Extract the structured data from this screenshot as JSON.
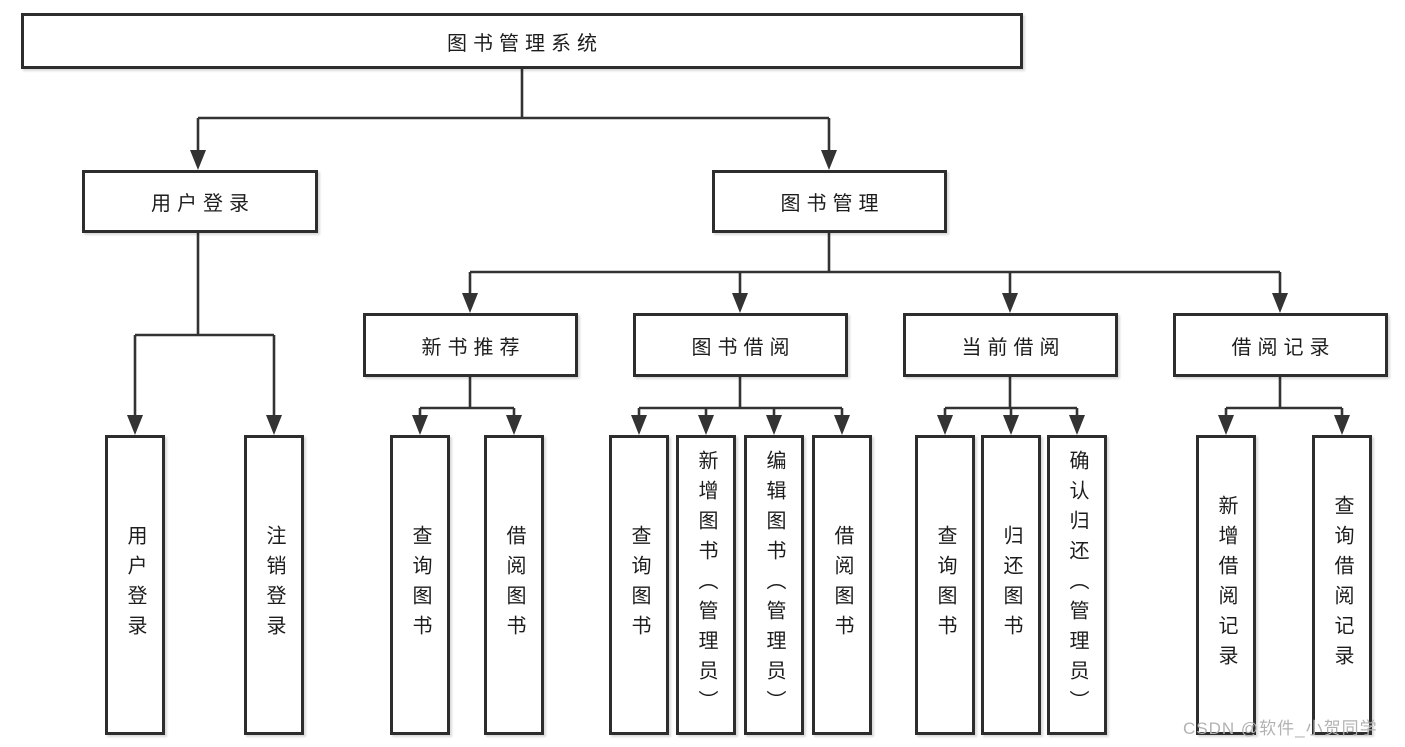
{
  "tree": {
    "label": "图书管理系统",
    "children": [
      {
        "label": "用户登录",
        "children": [
          {
            "label": "用户登录"
          },
          {
            "label": "注销登录"
          }
        ]
      },
      {
        "label": "图书管理",
        "children": [
          {
            "label": "新书推荐",
            "children": [
              {
                "label": "查询图书"
              },
              {
                "label": "借阅图书"
              }
            ]
          },
          {
            "label": "图书借阅",
            "children": [
              {
                "label": "查询图书"
              },
              {
                "label": "新增图书（管理员）"
              },
              {
                "label": "编辑图书（管理员）"
              },
              {
                "label": "借阅图书"
              }
            ]
          },
          {
            "label": "当前借阅",
            "children": [
              {
                "label": "查询图书"
              },
              {
                "label": "归还图书"
              },
              {
                "label": "确认归还（管理员）"
              }
            ]
          },
          {
            "label": "借阅记录",
            "children": [
              {
                "label": "新增借阅记录"
              },
              {
                "label": "查询借阅记录"
              }
            ]
          }
        ]
      }
    ]
  },
  "watermark": {
    "text": "CSDN @软件_小贺同学"
  },
  "colors": {
    "line": "#333333",
    "box_border": "#2d2d2d",
    "text": "#1d1d1d",
    "watermark": "#b2b2b2",
    "background": "#ffffff"
  }
}
